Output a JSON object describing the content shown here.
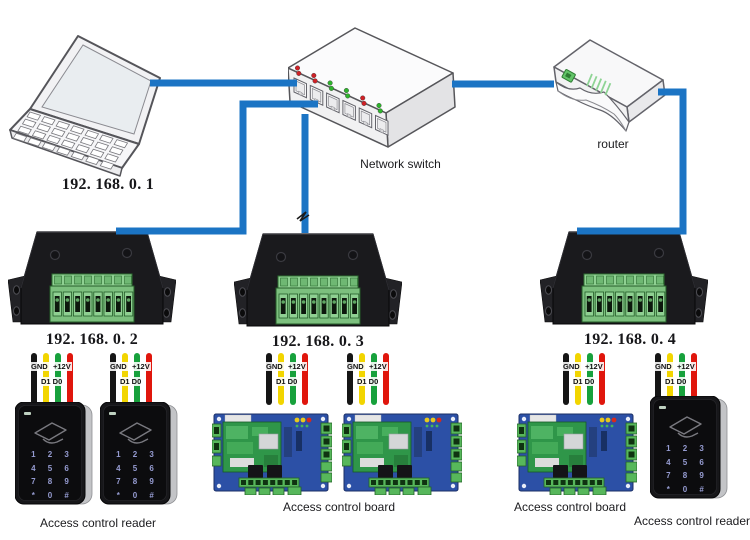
{
  "nodes": {
    "laptop": {
      "ip": "192. 168. 0. 1"
    },
    "network_switch": {
      "label": "Network switch",
      "port_leds": [
        "red",
        "red",
        "green",
        "green",
        "red",
        "green"
      ]
    },
    "router": {
      "label": "router"
    },
    "converters": [
      {
        "ip": "192. 168. 0. 2"
      },
      {
        "ip": "192. 168. 0. 3"
      },
      {
        "ip": "192. 168. 0. 4"
      }
    ],
    "reader_label": "Access control reader",
    "board_label": "Access control board"
  },
  "wiring": {
    "gnd_label": "GND",
    "data_label": "D1 D0",
    "power_label": "+12V",
    "wire_colors": {
      "gnd": "#151515",
      "d1": "#f2d500",
      "d0": "#17a13c",
      "power": "#e0160c"
    }
  },
  "keypad": {
    "keys": [
      "1",
      "2",
      "3",
      "4",
      "5",
      "6",
      "7",
      "8",
      "9",
      "*",
      "0",
      "#"
    ]
  },
  "colors": {
    "cable": "#1b74c4",
    "led_red": "#cf2127",
    "led_green": "#2eb42c",
    "pcb_blue": "#2c50a6",
    "pcb_green": "#2f9649",
    "terminal_green": "#7cc07e",
    "device_black": "#1a1a1c"
  }
}
